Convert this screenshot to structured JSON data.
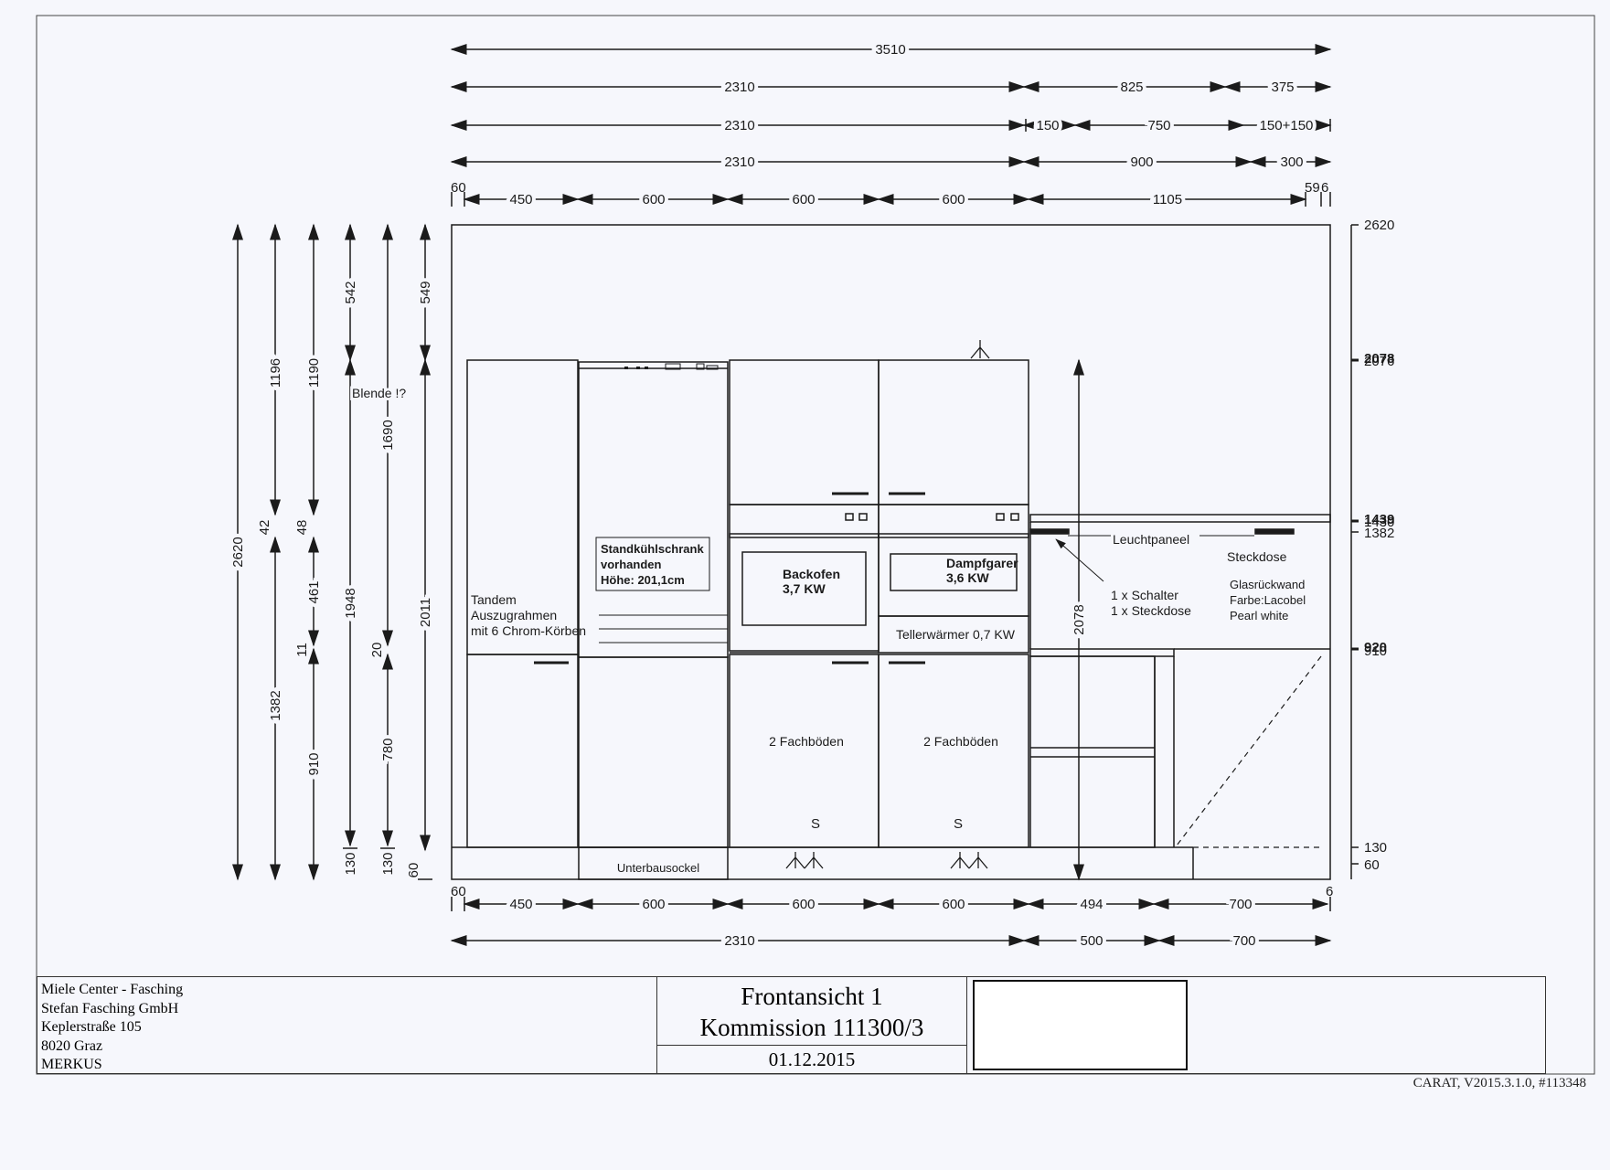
{
  "top_dims": {
    "row1": [
      "3510"
    ],
    "row2": [
      "2310",
      "825",
      "375"
    ],
    "row3": [
      "2310",
      "150",
      "750",
      "150+150"
    ],
    "row4": [
      "2310",
      "900",
      "300"
    ],
    "row5": [
      "60",
      "450",
      "600",
      "600",
      "600",
      "1105",
      "59",
      "6"
    ]
  },
  "bottom_dims": {
    "row1": [
      "60",
      "450",
      "600",
      "600",
      "600",
      "494",
      "700",
      "6"
    ],
    "row2": [
      "2310",
      "500",
      "700"
    ]
  },
  "left_dims": {
    "c1": [
      "2620"
    ],
    "c2": [
      "1196",
      "42",
      "1382"
    ],
    "c3": [
      "1190",
      "48",
      "461",
      "11",
      "910"
    ],
    "c4": [
      "542",
      "1948",
      "130"
    ],
    "c5": [
      "1690",
      "20",
      "780",
      "130"
    ],
    "c6": [
      "549",
      "2011",
      "60"
    ],
    "blende": "Blende !?"
  },
  "right_scale": [
    "2620",
    "2078",
    "2076",
    "1439",
    "1430",
    "1382",
    "920",
    "910",
    "130",
    "60"
  ],
  "labels": {
    "fridge": [
      "Standkühlschrank",
      "vorhanden",
      "Höhe: 201,1cm"
    ],
    "tandem": [
      "Tandem",
      "Auszugrahmen",
      "mit 6 Chrom-Körben"
    ],
    "oven": [
      "Backofen",
      "3,7 KW"
    ],
    "steamer": [
      "Dampfgarer",
      "3,6 KW"
    ],
    "warmer": "Tellerwärmer 0,7 KW",
    "leucht": "Leuchtpaneel",
    "steckdose": "Steckdose",
    "schalter": [
      "1 x Schalter",
      "1 x Steckdose"
    ],
    "glas": [
      "Glasrückwand",
      "Farbe:Lacobel",
      "Pearl white"
    ],
    "fach1": "2 Fachböden",
    "fach2": "2 Fachböden",
    "s": "S",
    "sockel": "Unterbausockel",
    "h2078": "2078"
  },
  "title_block": {
    "address": [
      "Miele Center - Fasching",
      "Stefan Fasching GmbH",
      "Keplerstraße 105",
      "8020 Graz",
      "MERKUS"
    ],
    "title1": "Frontansicht 1",
    "title2": "Kommission 111300/3",
    "date": "01.12.2015",
    "software": "CARAT,  V2015.3.1.0,  #113348"
  }
}
